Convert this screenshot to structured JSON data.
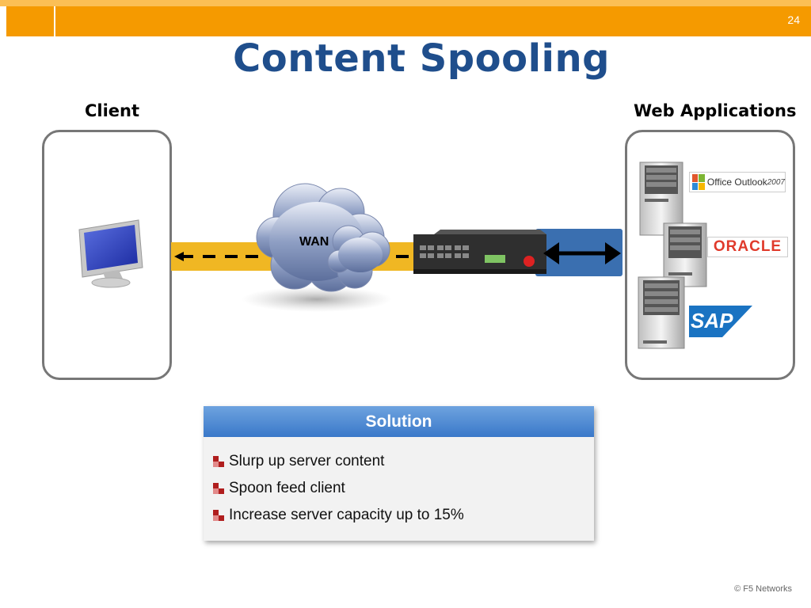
{
  "slide": {
    "page_number": "24",
    "title": "Content Spooling",
    "copyright": "© F5 Networks"
  },
  "diagram": {
    "client_label": "Client",
    "web_apps_label": "Web Applications",
    "wan_label": "WAN",
    "logos": {
      "outlook_brand": "Office Outlook",
      "outlook_version": "2007",
      "oracle": "ORACLE",
      "sap": "SAP"
    }
  },
  "solution": {
    "header": "Solution",
    "items": [
      "Slurp up server content",
      "Spoon feed  client",
      "Increase server capacity up to 15%"
    ]
  },
  "colors": {
    "accent_orange": "#f59a00",
    "title_blue": "#1f4e8c",
    "pipe_yellow": "#f0b723",
    "pipe_blue": "#3a6fb0",
    "bullet_red": "#b01e1e"
  }
}
